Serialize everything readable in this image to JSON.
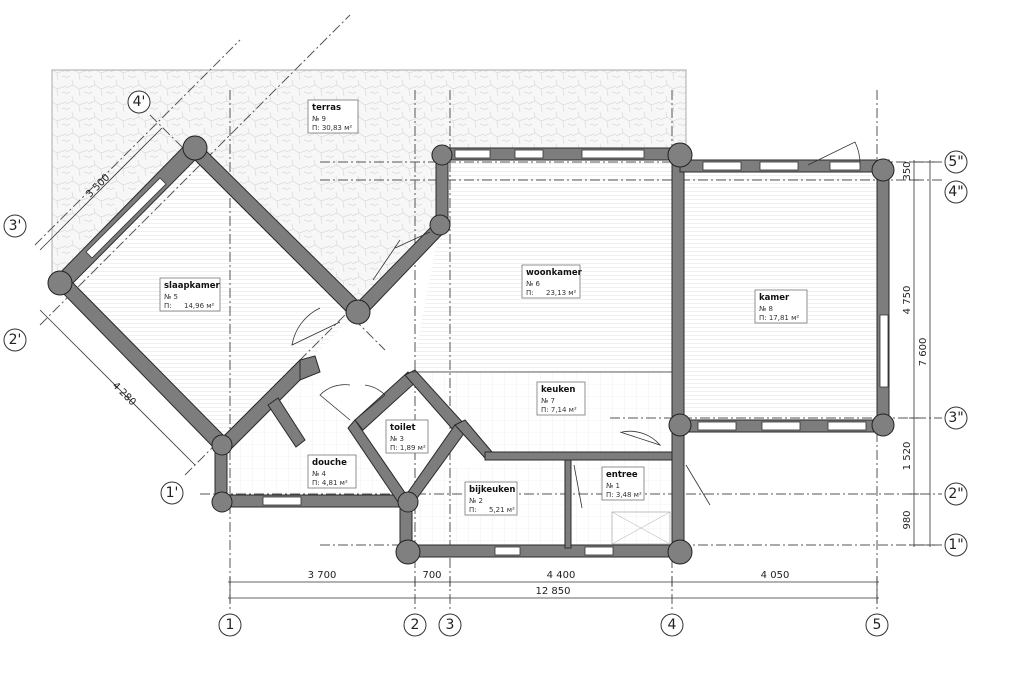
{
  "rooms": {
    "terras": {
      "name": "terras",
      "nr": "№ 9",
      "area": "П: 30,83 м²"
    },
    "slaapkamer": {
      "name": "slaapkamer",
      "nr": "№ 5",
      "area_label": "П:",
      "area_value": "14,96 м²"
    },
    "woonkamer": {
      "name": "woonkamer",
      "nr": "№ 6",
      "area_label": "П:",
      "area_value": "23,13 м²"
    },
    "kamer": {
      "name": "kamer",
      "nr": "№ 8",
      "area": "П: 17,81 м²"
    },
    "keuken": {
      "name": "keuken",
      "nr": "№ 7",
      "area": "П: 7,14 м²"
    },
    "toilet": {
      "name": "toilet",
      "nr": "№ 3",
      "area": "П: 1,89 м²"
    },
    "douche": {
      "name": "douche",
      "nr": "№ 4",
      "area": "П: 4,81 м²"
    },
    "bijkeuken": {
      "name": "bijkeuken",
      "nr": "№ 2",
      "area_label": "П:",
      "area_value": "5,21 м²"
    },
    "entree": {
      "name": "entree",
      "nr": "№ 1",
      "area": "П: 3,48 м²"
    }
  },
  "axes": {
    "bottom": [
      "1",
      "2",
      "3",
      "4",
      "5"
    ],
    "right": [
      "5\"",
      "4\"",
      "3\"",
      "2\"",
      "1\""
    ],
    "diagonal": [
      "4'",
      "3'",
      "2'",
      "1'"
    ]
  },
  "dimensions": {
    "bottom_segments": [
      "3 700",
      "700",
      "4 400",
      "4 050"
    ],
    "bottom_total": "12 850",
    "right_segments": [
      "350",
      "4 750",
      "1 520",
      "980"
    ],
    "right_total": "7 600",
    "diag_top": "3 500",
    "diag_left": "4 280"
  }
}
